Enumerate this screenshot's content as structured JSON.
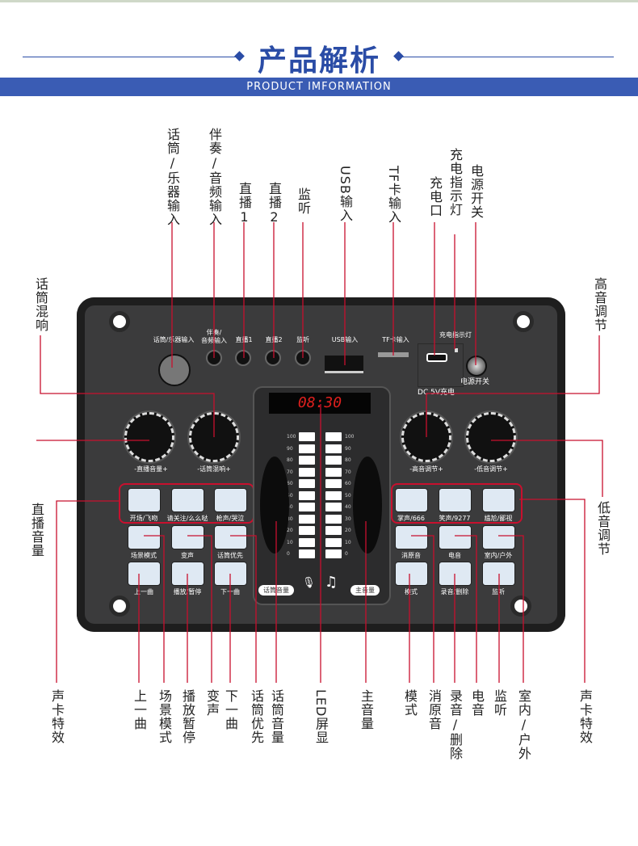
{
  "header": {
    "title": "产品解析",
    "subtitle": "PRODUCT IMFORMATION"
  },
  "callouts_top": [
    "话筒/乐器输入",
    "伴奏/音频输入",
    "直播1",
    "直播2",
    "监听",
    "USB输入",
    "TF卡输入",
    "充电口",
    "充电指示灯",
    "电源开关"
  ],
  "callouts_side": {
    "left_top": "话筒混响",
    "right_top": "高音调节",
    "left_mid": "直播音量",
    "right_mid": "低音调节"
  },
  "callouts_bottom": [
    "声卡特效",
    "上一曲",
    "场景模式",
    "播放暂停",
    "变声",
    "下一曲",
    "话筒优先",
    "话筒音量",
    "LED屏显",
    "主音量",
    "模式",
    "消原音",
    "录音/删除",
    "电音",
    "监听",
    "室内/户外",
    "声卡特效"
  ],
  "device": {
    "ports": [
      "话筒/乐器输入",
      "伴奏/\n音频输入",
      "直播1",
      "直播2",
      "监听",
      "USB输入",
      "TF卡输入",
      "充电指示灯",
      "电源开关",
      "DC 5V充电"
    ],
    "display": "08:30",
    "knobs": [
      "-直播音量+",
      "-话筒混响+",
      "-高音调节+",
      "-低音调节+"
    ],
    "left_buttons": [
      "开场/飞吻",
      "请关注/么么哒",
      "枪声/哭泣",
      "场景模式",
      "变声",
      "话筒优先",
      "上一曲",
      "播放/暂停",
      "下一曲"
    ],
    "right_buttons": [
      "掌声/666",
      "笑声/9277",
      "尴尬/鄙视",
      "消原音",
      "电音",
      "室内/户外",
      "模式",
      "录音/删除",
      "监听"
    ],
    "meter_ticks": [
      "100",
      "90",
      "80",
      "70",
      "60",
      "50",
      "40",
      "30",
      "20",
      "10",
      "0"
    ],
    "fader_labels": [
      "话筒音量",
      "主音量"
    ]
  },
  "colors": {
    "accent": "#2a4ca6",
    "callout": "#c8102e"
  }
}
